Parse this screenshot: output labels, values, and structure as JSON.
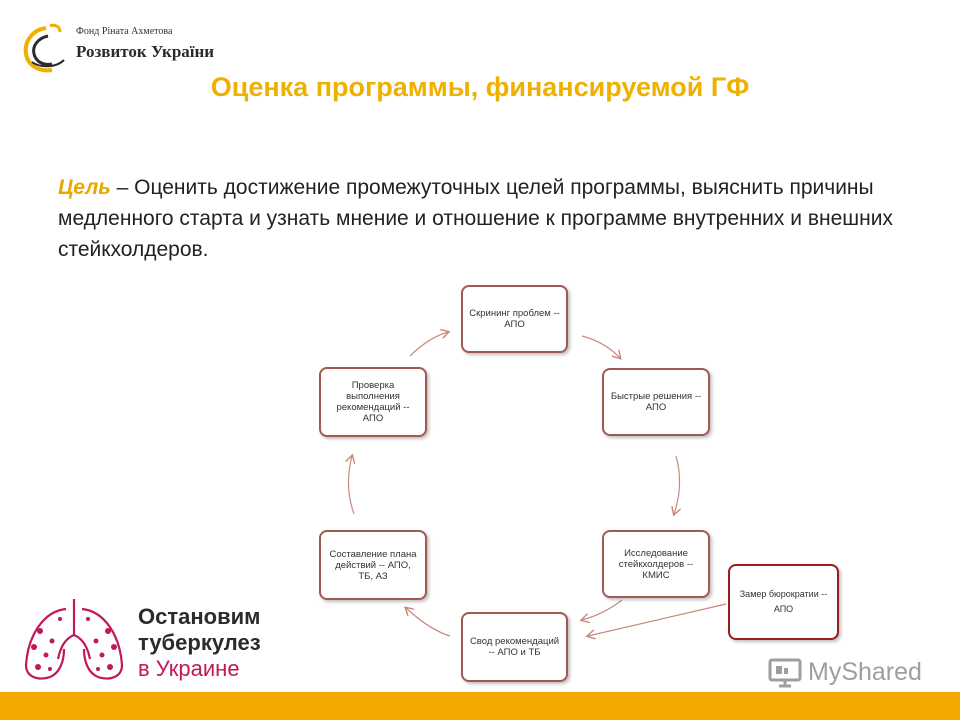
{
  "brand": {
    "fund_line": "Фонд Ріната Ахметова",
    "name_line": "Розвиток України"
  },
  "slide": {
    "title": "Оценка программы, финансируемой ГФ",
    "goal_keyword": "Цель",
    "goal_text": " – Оценить достижение промежуточных целей программы, выяснить причины медленного старта и узнать мнение и отношение к программе внутренних и внешних стейкхолдеров."
  },
  "diagram": {
    "nodes": {
      "screening": "Скрининг проблем -- АПО",
      "quick": "Быстрые решения -- АПО",
      "research": "Исследование стейкхолдеров -- КМИС",
      "summary": "Свод рекомендаций -- АПО и ТБ",
      "plan": "Составление плана действий -- АПО, ТБ, АЗ",
      "check": "Проверка выполнения рекомендаций -- АПО",
      "bureaucracy": "Замер бюрократии -- АПО"
    },
    "colors": {
      "border": "#a05a50",
      "border_dark": "#9b1c1c",
      "arrow": "#c98a7e"
    }
  },
  "campaign": {
    "line1": "Остановим",
    "line2": "туберкулез",
    "line3": "в Украине"
  },
  "watermark": {
    "text": "MyShared"
  },
  "colors": {
    "accent": "#f0b000",
    "campaign": "#c2185b"
  }
}
